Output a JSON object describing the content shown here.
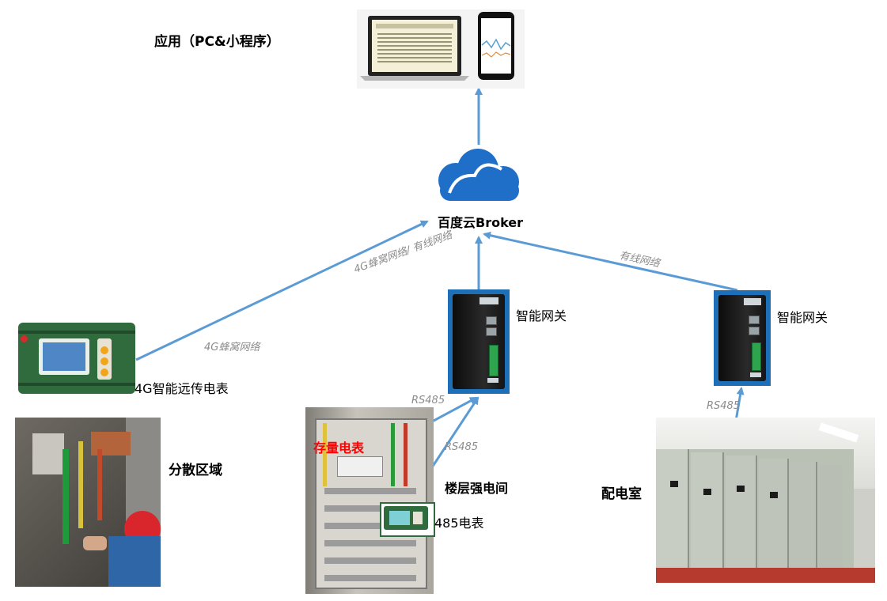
{
  "labels": {
    "application": "应用（PC&小程序）",
    "cloud": "百度云Broker",
    "gateway_center": "智能网关",
    "gateway_right": "智能网关",
    "remote_meter": "4G智能远传电表",
    "distributed_area": "分散区域",
    "floor_room": "楼层强电间",
    "meter_485": "485电表",
    "power_room": "配电室",
    "existing_meter": "存量电表"
  },
  "edge_labels": {
    "cellular_left": "4G蜂窝网络",
    "cellular_or_wired": "4G蜂窝网络/ 有线网络",
    "wired_right": "有线网络",
    "rs485_a": "RS485",
    "rs485_b": "RS485",
    "rs485_c": "RS485"
  },
  "colors": {
    "arrow": "#5b9bd5",
    "cloud": "#1f6ec7",
    "gateway_border": "#1d6fb8",
    "meter_green": "#2f6b3d",
    "existing_meter_text": "#ff0000",
    "edge_label": "#8c8c8c"
  },
  "icons": {
    "cloud": "cloud-icon",
    "laptop": "laptop-icon",
    "phone": "phone-icon"
  }
}
